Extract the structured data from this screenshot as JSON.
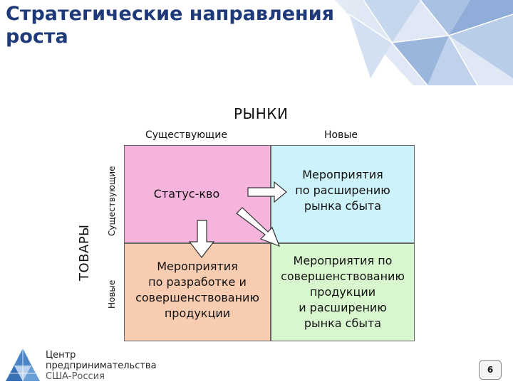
{
  "title_lines": [
    "Стратегические направления",
    "роста"
  ],
  "markets_heading": "РЫНКИ",
  "columns": {
    "existing": "Существующие",
    "new": "Новые"
  },
  "products_heading": "ТОВАРЫ",
  "rows": {
    "existing": "Существующие",
    "new": "Новые"
  },
  "cells": {
    "existing_existing": [
      "Статус-кво"
    ],
    "existing_new": [
      "Мероприятия",
      "по расширению",
      "рынка сбыта"
    ],
    "new_existing": [
      "Мероприятия",
      "по разработке и",
      "совершенствованию",
      "продукции"
    ],
    "new_new": [
      "Мероприятия по",
      "совершенствованию",
      "продукции",
      "и расширению",
      "рынка сбыта"
    ]
  },
  "organization": [
    "Центр",
    "предпринимательства",
    "США-Россия"
  ],
  "page_number": "6",
  "colors": {
    "title": "#1f3a7a",
    "existing_existing": "#f5b4dc",
    "existing_new": "#cdf3fa",
    "new_existing": "#f8ccb0",
    "new_new": "#d8f7cf"
  }
}
